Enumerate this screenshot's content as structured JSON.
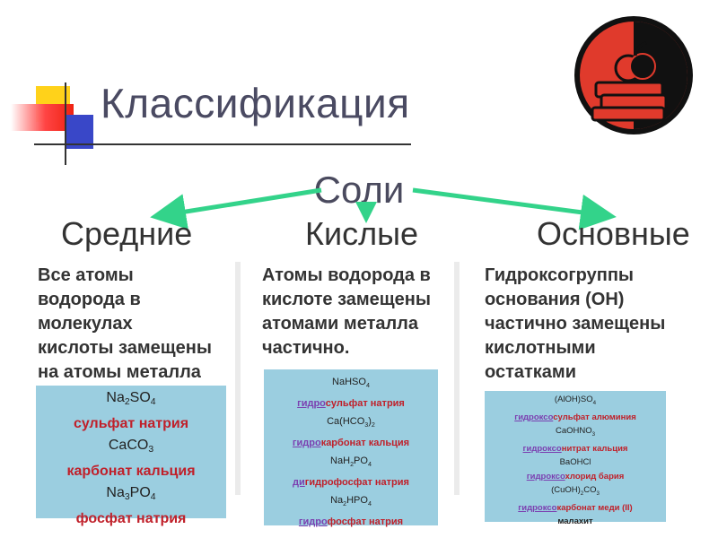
{
  "title": "Классификация",
  "root": "Соли",
  "columns": [
    {
      "name": "Средние",
      "description": [
        "Все атомы",
        "водорода в",
        "молекулах",
        "кислоты замещены",
        "на атомы металла"
      ]
    },
    {
      "name": "Кислые",
      "description": [
        "Атомы водорода в",
        "кислоте замещены",
        "атомами металла",
        "частично."
      ]
    },
    {
      "name": "Основные",
      "description": [
        "Гидроксогруппы",
        "основания (ОН)",
        "частично замещены",
        "кислотными",
        "остатками"
      ]
    }
  ],
  "examples": {
    "middle": [
      {
        "pre": "Na",
        "sub1": "2",
        "mid": "SO",
        "sub2": "4"
      },
      {
        "name": "сульфат натрия"
      },
      {
        "pre": "CaCO",
        "sub1": "3"
      },
      {
        "name": "карбонат кальция"
      },
      {
        "pre": "Na",
        "sub1": "3",
        "mid": "PO",
        "sub2": "4"
      },
      {
        "name": "фосфат натрия"
      }
    ],
    "acid": [
      {
        "pre": "NaHSO",
        "sub1": "4"
      },
      {
        "prefix": "гидро",
        "rest": "сульфат натрия"
      },
      {
        "pre": "Ca(HCO",
        "sub1": "3",
        "mid": ")",
        "sub2": "2"
      },
      {
        "prefix": "гидро",
        "rest": "карбонат кальция"
      },
      {
        "pre": "NaH",
        "sub1": "2",
        "mid": "PO",
        "sub2": "4"
      },
      {
        "prefix": "ди",
        "rest": "гидрофосфат натрия"
      },
      {
        "pre": "Na",
        "sub1": "2",
        "mid": "HPO",
        "sub2": "4"
      },
      {
        "prefix": "гидро",
        "rest": "фосфат натрия"
      }
    ],
    "basic": [
      {
        "pre": "(AlOH)SO",
        "sub1": "4"
      },
      {
        "prefix": "гидроксо",
        "rest": "сульфат алюминия"
      },
      {
        "pre": "CaOHNO",
        "sub1": "3"
      },
      {
        "prefix": "гидроксо",
        "rest": "нитрат кальция"
      },
      {
        "pre": "BaOHCl"
      },
      {
        "prefix": "гидроксо",
        "rest": "хлорид бария"
      },
      {
        "pre": "(CuOH)",
        "sub1": "2",
        "mid": "CO",
        "sub2": "3"
      },
      {
        "prefix": "гидроксо",
        "rest": "карбонат меди (II)"
      },
      {
        "name": "малахит",
        "dark": true
      }
    ]
  },
  "colors": {
    "arrow": "#33d38a",
    "box": "#9bcee0",
    "name_red": "#c0202a",
    "prefix_purple": "#7b3fb0"
  },
  "icons": {
    "logo": "books-apple-icon",
    "arrows": "green-arrow-icon"
  }
}
